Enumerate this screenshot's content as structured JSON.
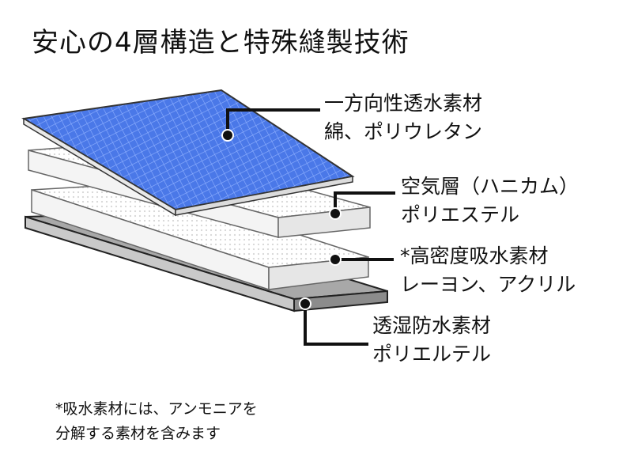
{
  "title": "安心の4層構造と特殊縫製技術",
  "layers": [
    {
      "name": "一方向性透水素材",
      "material": "綿、ポリウレタン",
      "color": "#4a78e8"
    },
    {
      "name": "空気層（ハニカム）",
      "material": "ポリエステル",
      "color": "#ffffff"
    },
    {
      "name": "*高密度吸水素材",
      "material": "レーヨン、アクリル",
      "color": "#ffffff"
    },
    {
      "name": "透湿防水素材",
      "material": "ポリエルテル",
      "color": "#a8a8a8"
    }
  ],
  "note": {
    "line1": "*吸水素材には、アンモニアを",
    "line2": "分解する素材を含みます"
  }
}
